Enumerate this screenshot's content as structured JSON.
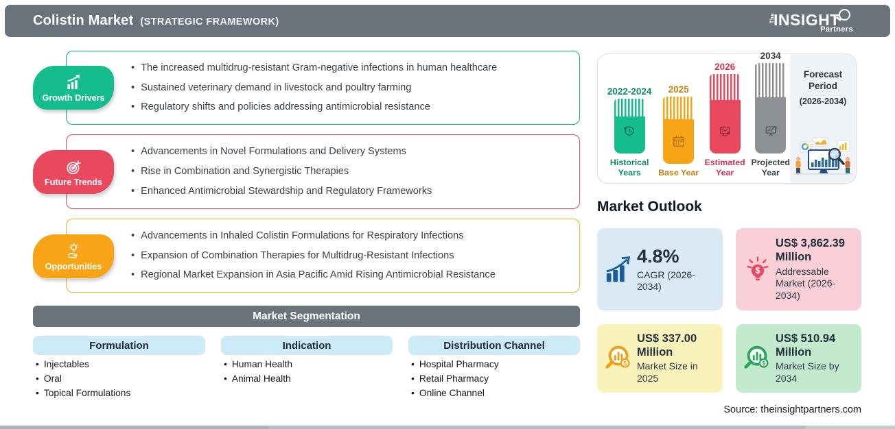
{
  "header": {
    "title": "Colistin Market",
    "subtitle": "(STRATEGIC FRAMEWORK)",
    "logo": {
      "the": "The",
      "insight": "INSIGHT",
      "partners": "Partners"
    }
  },
  "framework": {
    "sections": [
      {
        "label": "Growth Drivers",
        "color": "#15bd8e",
        "bullets": [
          "The increased multidrug-resistant Gram-negative infections in human healthcare",
          "Sustained veterinary demand in livestock and poultry farming",
          "Regulatory shifts and policies addressing antimicrobial resistance"
        ]
      },
      {
        "label": "Future Trends",
        "color": "#e8495f",
        "bullets": [
          "Advancements in Novel Formulations and Delivery Systems",
          "Rise in Combination and Synergistic Therapies",
          "Enhanced Antimicrobial Stewardship and Regulatory Frameworks"
        ]
      },
      {
        "label": "Opportunities",
        "color": "#f7a516",
        "bullets": [
          "Advancements in Inhaled Colistin Formulations for Respiratory Infections",
          "Expansion of Combination Therapies for Multidrug-Resistant Infections",
          "Regional Market Expansion in Asia Pacific Amid Rising Antimicrobial Resistance"
        ]
      }
    ]
  },
  "segmentation": {
    "title": "Market Segmentation",
    "columns": [
      {
        "header": "Formulation",
        "items": [
          "Injectables",
          "Oral",
          "Topical Formulations"
        ]
      },
      {
        "header": "Indication",
        "items": [
          "Human Health",
          "Animal Health"
        ]
      },
      {
        "header": "Distribution Channel",
        "items": [
          "Hospital Pharmacy",
          "Retail Pharmacy",
          "Online Channel"
        ]
      }
    ]
  },
  "timeline": {
    "bars": [
      {
        "year": "2022-2024",
        "label": "Historical Years",
        "color": "#15bd8e",
        "icon": "history-clock-icon"
      },
      {
        "year": "2025",
        "label": "Base Year",
        "color": "#f7a516",
        "icon": "calendar-icon"
      },
      {
        "year": "2026",
        "label": "Estimated Year",
        "color": "#e8495f",
        "icon": "monitor-gear-icon"
      },
      {
        "year": "2034",
        "label": "Projected Year",
        "color": "#8d9095",
        "icon": "presentation-chart-icon"
      }
    ],
    "forecast": {
      "title": "Forecast Period",
      "range": "(2026-2034)"
    }
  },
  "outlook": {
    "title": "Market Outlook",
    "cards": [
      {
        "value": "4.8%",
        "label": "CAGR (2026-2034)",
        "bg": "#d9e9f6",
        "icon": "growth-chart-icon"
      },
      {
        "value": "US$ 3,862.39 Million",
        "label": "Addressable Market (2026-2034)",
        "bg": "#f8cfd6",
        "icon": "bulb-dollar-icon"
      },
      {
        "value": "US$ 337.00 Million",
        "label": "Market Size in 2025",
        "bg": "#f9f2bb",
        "icon": "magnifier-chart-icon"
      },
      {
        "value": "US$ 510.94 Million",
        "label": "Market Size by 2034",
        "bg": "#c3e9cf",
        "icon": "magnifier-chart-icon"
      }
    ]
  },
  "source": "Source: theinsightpartners.com"
}
